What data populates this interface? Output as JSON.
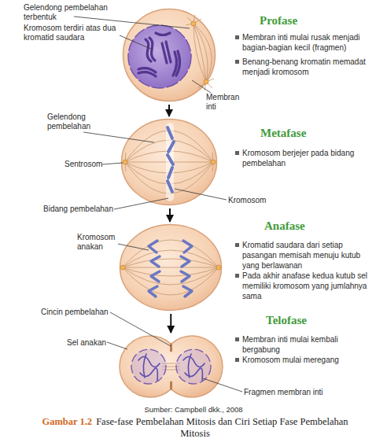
{
  "diagram": {
    "caption": "Fase-fase Pembelahan Mitosis dan Ciri Setiap Fase Pembelahan Mitosis",
    "nodes": [
      {
        "text": [
          "Profase",
          "Membran inti mulai rusak menjadi bagian-bagian kecil (fragmen)",
          "Benang-benang kromatin memadat menjadi kromosom"
        ]
      },
      {
        "text": [
          "Metafase",
          "Kromosom berjejer pada bidang pembelahan"
        ]
      },
      {
        "text": [
          "Anafase",
          "Kromatid saudara dari setiap pasangan memisah menuju kutub yang berlawanan",
          "Pada akhir anafase kedua kutub sel memiliki kromosom yang jumlahnya sama"
        ]
      },
      {
        "text": [
          "Telofase",
          "Membran inti mulai kembali bergabung",
          "Kromosom mulai meregang"
        ]
      }
    ],
    "edges": [
      {
        "from": 0,
        "to": 1,
        "arrow": "to"
      },
      {
        "from": 1,
        "to": 2,
        "arrow": "to"
      },
      {
        "from": 2,
        "to": 3,
        "arrow": "to"
      }
    ],
    "labels": [
      "Gelendong pembelahan terbentuk",
      "Kromosom terdiri atas dua kromatid saudara",
      "Membran inti",
      "Gelendong pembelahan",
      "Sentrosom",
      "Kromosom",
      "Bidang pembelahan",
      "Kromosom anakan",
      "Cincin pembelahan",
      "Sel anakan",
      "Fragmen membran inti",
      "Sumber: Campbell dkk., 2008",
      "Gambar 1.2"
    ]
  }
}
